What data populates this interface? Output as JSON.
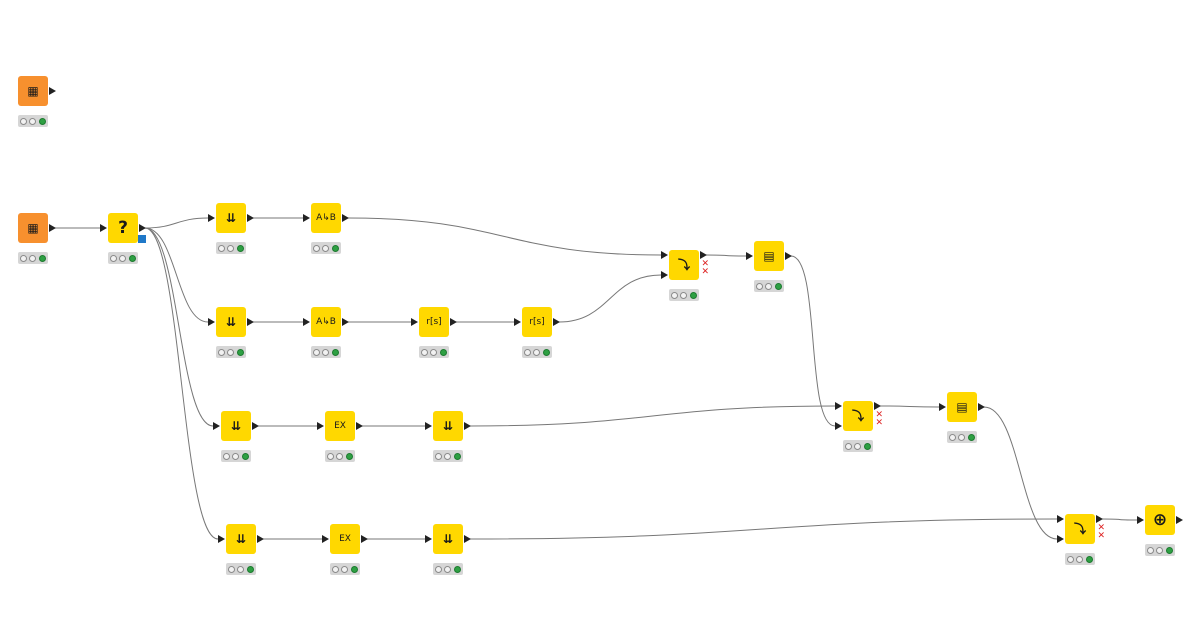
{
  "workflow": {
    "nodes": [
      {
        "id": "n0",
        "kind": "table-creator-icon",
        "color": "orange",
        "glyph": "▦",
        "glyph_style": "",
        "in_ports": 0,
        "out_ports": 1,
        "status": "executed"
      },
      {
        "id": "n1",
        "kind": "table-creator-icon",
        "color": "orange",
        "glyph": "▦",
        "glyph_style": "",
        "in_ports": 0,
        "out_ports": 1,
        "status": "executed"
      },
      {
        "id": "n2",
        "kind": "case-switch-icon",
        "color": "yellow",
        "glyph": "?",
        "glyph_style": "big",
        "in_ports": 1,
        "out_ports": 1,
        "flow_port": true,
        "status": "executed"
      },
      {
        "id": "n3",
        "kind": "row-filter-icon",
        "color": "yellow",
        "glyph": "⇊",
        "glyph_style": "",
        "in_ports": 1,
        "out_ports": 1,
        "status": "executed"
      },
      {
        "id": "n4",
        "kind": "column-rename-icon",
        "color": "yellow",
        "glyph": "A↳B",
        "glyph_style": "small",
        "in_ports": 1,
        "out_ports": 1,
        "status": "executed"
      },
      {
        "id": "n5",
        "kind": "row-filter-icon",
        "color": "yellow",
        "glyph": "⇊",
        "glyph_style": "",
        "in_ports": 1,
        "out_ports": 1,
        "status": "executed"
      },
      {
        "id": "n6",
        "kind": "column-rename-icon",
        "color": "yellow",
        "glyph": "A↳B",
        "glyph_style": "small",
        "in_ports": 1,
        "out_ports": 1,
        "status": "executed"
      },
      {
        "id": "n7",
        "kind": "string-manipulation-icon",
        "color": "yellow",
        "glyph": "r[s]",
        "glyph_style": "small",
        "in_ports": 1,
        "out_ports": 1,
        "status": "executed"
      },
      {
        "id": "n8",
        "kind": "string-manipulation-icon",
        "color": "yellow",
        "glyph": "r[s]",
        "glyph_style": "small",
        "in_ports": 1,
        "out_ports": 1,
        "status": "executed"
      },
      {
        "id": "n9",
        "kind": "concatenate-icon",
        "color": "yellow",
        "glyph": "⤵",
        "glyph_style": "",
        "in_ports": 2,
        "out_ports": 1,
        "extra_ports": true,
        "status": "executed"
      },
      {
        "id": "n10",
        "kind": "table-view-icon",
        "color": "yellow",
        "glyph": "▤",
        "glyph_style": "",
        "in_ports": 1,
        "out_ports": 1,
        "status": "executed"
      },
      {
        "id": "n11",
        "kind": "row-filter-icon",
        "color": "yellow",
        "glyph": "⇊",
        "glyph_style": "",
        "in_ports": 1,
        "out_ports": 1,
        "status": "executed"
      },
      {
        "id": "n12",
        "kind": "excel-icon",
        "color": "yellow",
        "glyph": "EX",
        "glyph_style": "small",
        "in_ports": 1,
        "out_ports": 1,
        "status": "executed"
      },
      {
        "id": "n13",
        "kind": "row-filter-icon",
        "color": "yellow",
        "glyph": "⇊",
        "glyph_style": "",
        "in_ports": 1,
        "out_ports": 1,
        "status": "executed"
      },
      {
        "id": "n14",
        "kind": "concatenate-icon",
        "color": "yellow",
        "glyph": "⤵",
        "glyph_style": "",
        "in_ports": 2,
        "out_ports": 1,
        "extra_ports": true,
        "status": "executed"
      },
      {
        "id": "n15",
        "kind": "table-view-icon",
        "color": "yellow",
        "glyph": "▤",
        "glyph_style": "",
        "in_ports": 1,
        "out_ports": 1,
        "status": "executed"
      },
      {
        "id": "n16",
        "kind": "row-filter-icon",
        "color": "yellow",
        "glyph": "⇊",
        "glyph_style": "",
        "in_ports": 1,
        "out_ports": 1,
        "status": "executed"
      },
      {
        "id": "n17",
        "kind": "excel-icon",
        "color": "yellow",
        "glyph": "EX",
        "glyph_style": "small",
        "in_ports": 1,
        "out_ports": 1,
        "status": "executed"
      },
      {
        "id": "n18",
        "kind": "row-filter-icon",
        "color": "yellow",
        "glyph": "⇊",
        "glyph_style": "",
        "in_ports": 1,
        "out_ports": 1,
        "status": "executed"
      },
      {
        "id": "n19",
        "kind": "concatenate-icon",
        "color": "yellow",
        "glyph": "⤵",
        "glyph_style": "",
        "in_ports": 2,
        "out_ports": 1,
        "extra_ports": true,
        "status": "executed"
      },
      {
        "id": "n20",
        "kind": "case-end-icon",
        "color": "yellow",
        "glyph": "⊕",
        "glyph_style": "big",
        "in_ports": 1,
        "out_ports": 1,
        "status": "executed"
      }
    ],
    "connections": [
      [
        "n1",
        "n2"
      ],
      [
        "n2",
        "n3"
      ],
      [
        "n2",
        "n5"
      ],
      [
        "n2",
        "n11"
      ],
      [
        "n2",
        "n16"
      ],
      [
        "n3",
        "n4"
      ],
      [
        "n4",
        "n9"
      ],
      [
        "n5",
        "n6"
      ],
      [
        "n6",
        "n7"
      ],
      [
        "n7",
        "n8"
      ],
      [
        "n8",
        "n9"
      ],
      [
        "n9",
        "n10"
      ],
      [
        "n11",
        "n12"
      ],
      [
        "n12",
        "n13"
      ],
      [
        "n13",
        "n14"
      ],
      [
        "n10",
        "n14"
      ],
      [
        "n14",
        "n15"
      ],
      [
        "n16",
        "n17"
      ],
      [
        "n17",
        "n18"
      ],
      [
        "n18",
        "n19"
      ],
      [
        "n15",
        "n19"
      ],
      [
        "n19",
        "n20"
      ]
    ],
    "colors": {
      "yellow": "#ffd800",
      "orange": "#f7902e",
      "edge": "#777777",
      "green": "#2ea043",
      "flow": "#1f78c8"
    }
  }
}
